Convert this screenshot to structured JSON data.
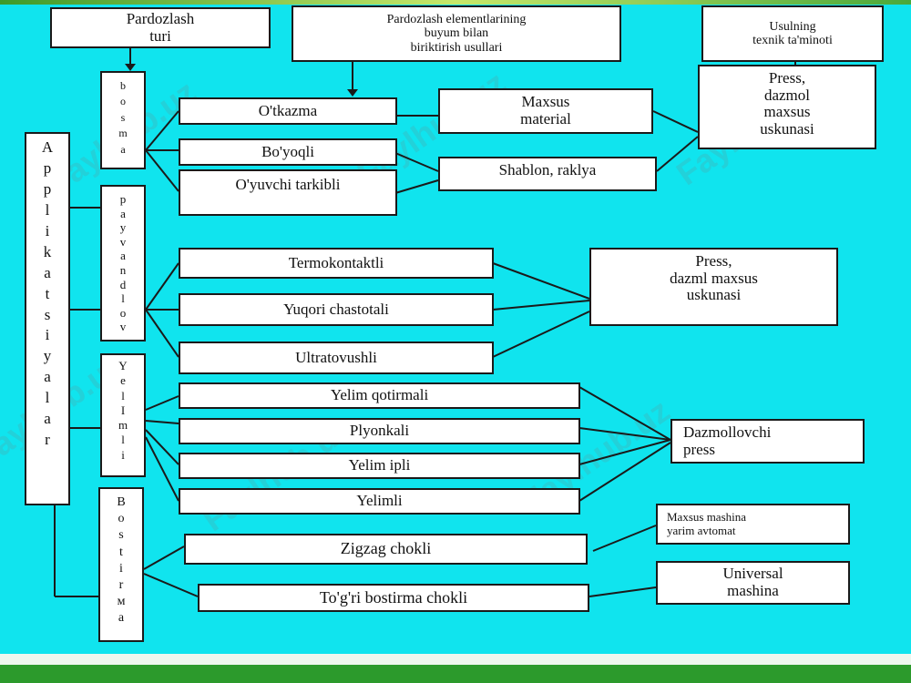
{
  "watermark": "Faylhub.uz",
  "header": {
    "type": "Pardozlash\nturi",
    "methods": "Pardozlash  elementlarining\nbuyum bilan\nbiriktirish usullari",
    "tech": "Usulning\ntexnik ta'minoti"
  },
  "main_vertical": "A\np\np\nl\ni\nk\na\nt\ns\ni\ny\na\nl\na\nr",
  "groups": {
    "bosma": "b\no\ns\nm\na",
    "payvandlov": "p\na\ny\nv\na\nn\nd\nl\no\nv",
    "yelimli": "Y\ne\nl\nI\nm\nl\ni",
    "bostirma": "B\no\ns\nt\ni\nr\nм\na"
  },
  "methods": {
    "otkazma": "O'tkazma",
    "boyoqli": "Bo'yoqli",
    "oyuvchi": "O'yuvchi tarkibli",
    "termo": "Termokontaktli",
    "yuqori": "Yuqori chastotali",
    "ultra": "Ultratovushli",
    "qotirmali": "Yelim qotirmali",
    "plyonkali": "Plyonkali",
    "ipli": "Yelim ipli",
    "yelimli": "Yelimli",
    "zigzag": "Zigzag chokli",
    "togri": "To'g'ri bostirma chokli"
  },
  "materials": {
    "maxsus": "Maxsus\nmaterial",
    "shablon": "Shablon, raklya"
  },
  "equipment": {
    "press1": "Press,\ndazmol\nmaxsus\nuskunasi",
    "press2": "Press,\ndazml maxsus\nuskunasi",
    "dazmollovchi": "Dazmollovchi\npress",
    "maxsus_mashina": "Maxsus     mashina\nyarim avtomat",
    "universal": "Universal\nmashina"
  }
}
